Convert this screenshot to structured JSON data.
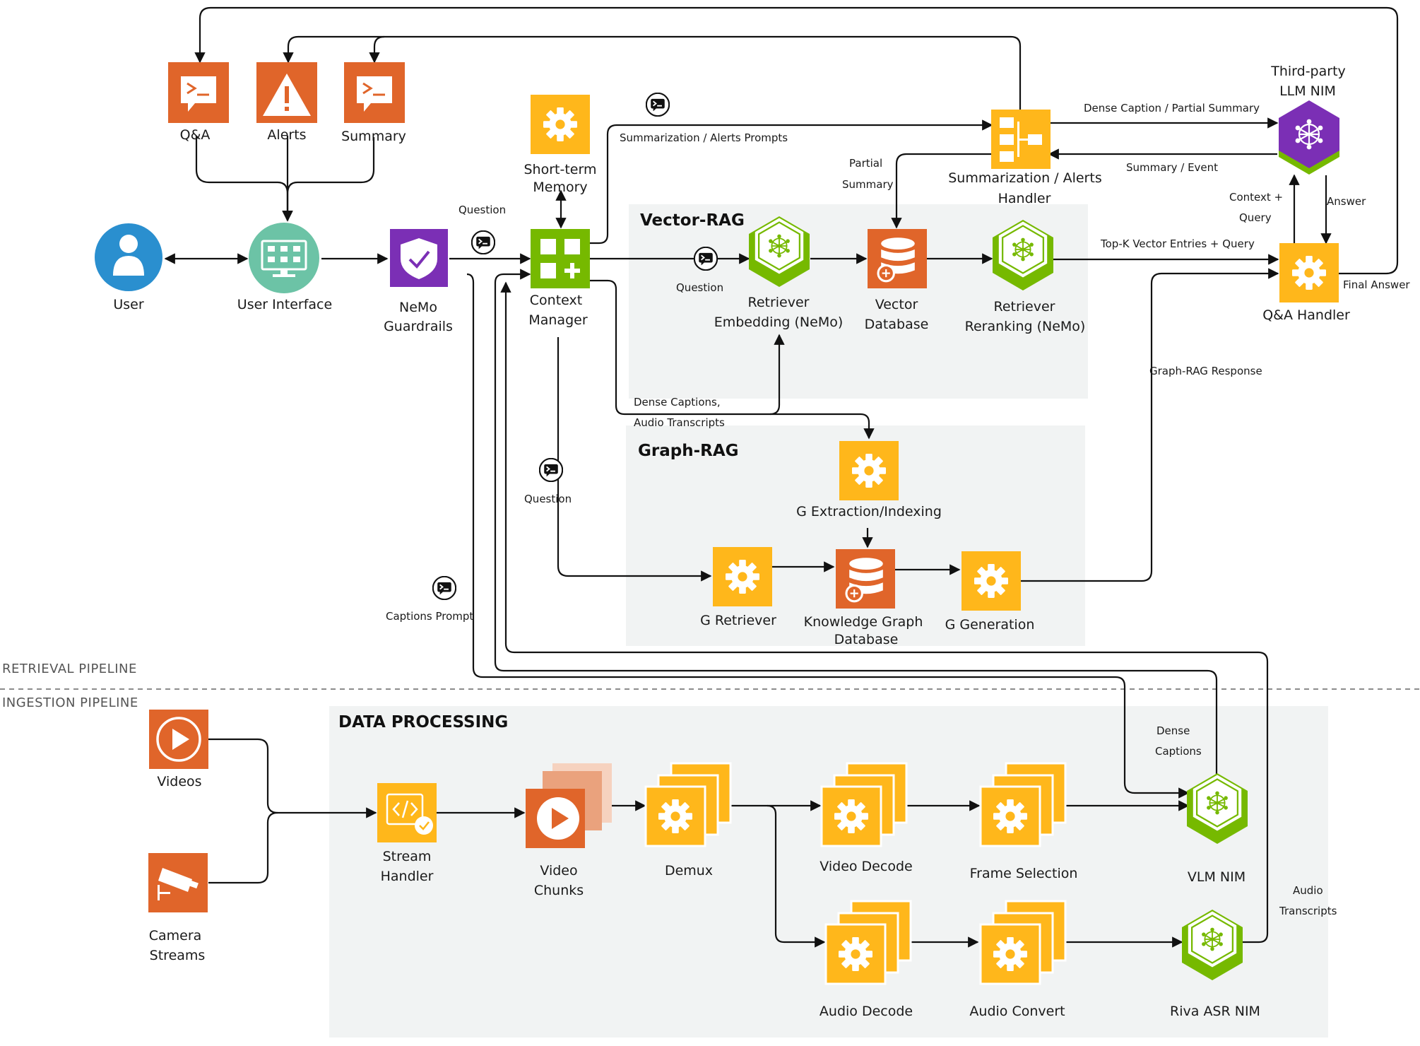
{
  "groups": {
    "vector_rag": "Vector-RAG",
    "graph_rag": "Graph-RAG",
    "data_processing": "DATA PROCESSING"
  },
  "pipelines": {
    "retrieval": "RETRIEVAL PIPELINE",
    "ingestion": "INGESTION PIPELINE"
  },
  "nodes": {
    "qa": [
      "Q&A"
    ],
    "alerts": [
      "Alerts"
    ],
    "summary": [
      "Summary"
    ],
    "user": [
      "User"
    ],
    "ui": [
      "User Interface"
    ],
    "guardrails": [
      "NeMo",
      "Guardrails"
    ],
    "short_term_memory": [
      "Short-term",
      "Memory"
    ],
    "context_manager": [
      "Context",
      "Manager"
    ],
    "retriever_embedding": [
      "Retriever",
      "Embedding (NeMo)"
    ],
    "vector_db": [
      "Vector",
      "Database"
    ],
    "retriever_reranking": [
      "Retriever",
      "Reranking (NeMo)"
    ],
    "summarization_handler": [
      "Summarization / Alerts",
      "Handler"
    ],
    "third_party_llm": [
      "Third-party",
      "LLM NIM"
    ],
    "qa_handler": [
      "Q&A Handler"
    ],
    "g_extraction": [
      "G Extraction/Indexing"
    ],
    "g_retriever": [
      "G Retriever"
    ],
    "kg_db": [
      "Knowledge Graph",
      "Database"
    ],
    "g_generation": [
      "G Generation"
    ],
    "videos": [
      "Videos"
    ],
    "camera_streams": [
      "Camera",
      "Streams"
    ],
    "stream_handler": [
      "Stream",
      "Handler"
    ],
    "video_chunks": [
      "Video",
      "Chunks"
    ],
    "demux": [
      "Demux"
    ],
    "video_decode": [
      "Video Decode"
    ],
    "frame_selection": [
      "Frame Selection"
    ],
    "vlm_nim": [
      "VLM NIM"
    ],
    "audio_decode": [
      "Audio Decode"
    ],
    "audio_convert": [
      "Audio Convert"
    ],
    "riva_asr": [
      "Riva ASR NIM"
    ]
  },
  "edges": {
    "question_top": [
      "Question"
    ],
    "summarization_prompts": [
      "Summarization / Alerts Prompts"
    ],
    "dense_caption_partial": [
      "Dense Caption / Partial Summary"
    ],
    "summary_event": [
      "Summary / Event"
    ],
    "partial_summary": [
      "Partial",
      "Summary"
    ],
    "context_query": [
      "Context +",
      "Query"
    ],
    "answer": [
      "Answer"
    ],
    "final_answer": [
      "Final Answer"
    ],
    "top_k": [
      "Top-K Vector Entries + Query"
    ],
    "question_mid": [
      "Question"
    ],
    "graph_rag_response": [
      "Graph-RAG Response"
    ],
    "dense_captions_transcripts": [
      "Dense Captions,",
      "Audio Transcripts"
    ],
    "question_low": [
      "Question"
    ],
    "captions_prompt": [
      "Captions Prompt"
    ],
    "dense_captions": [
      "Dense",
      "Captions"
    ],
    "audio_transcripts": [
      "Audio",
      "Transcripts"
    ]
  },
  "colors": {
    "nvidia_green": "#76b900",
    "orange": "#e0652a",
    "yellow": "#ffb71b",
    "purple": "#7b2fb5",
    "blue": "#2a8fcf",
    "teal": "#6cc3a6",
    "group_bg": "#f1f3f3"
  }
}
